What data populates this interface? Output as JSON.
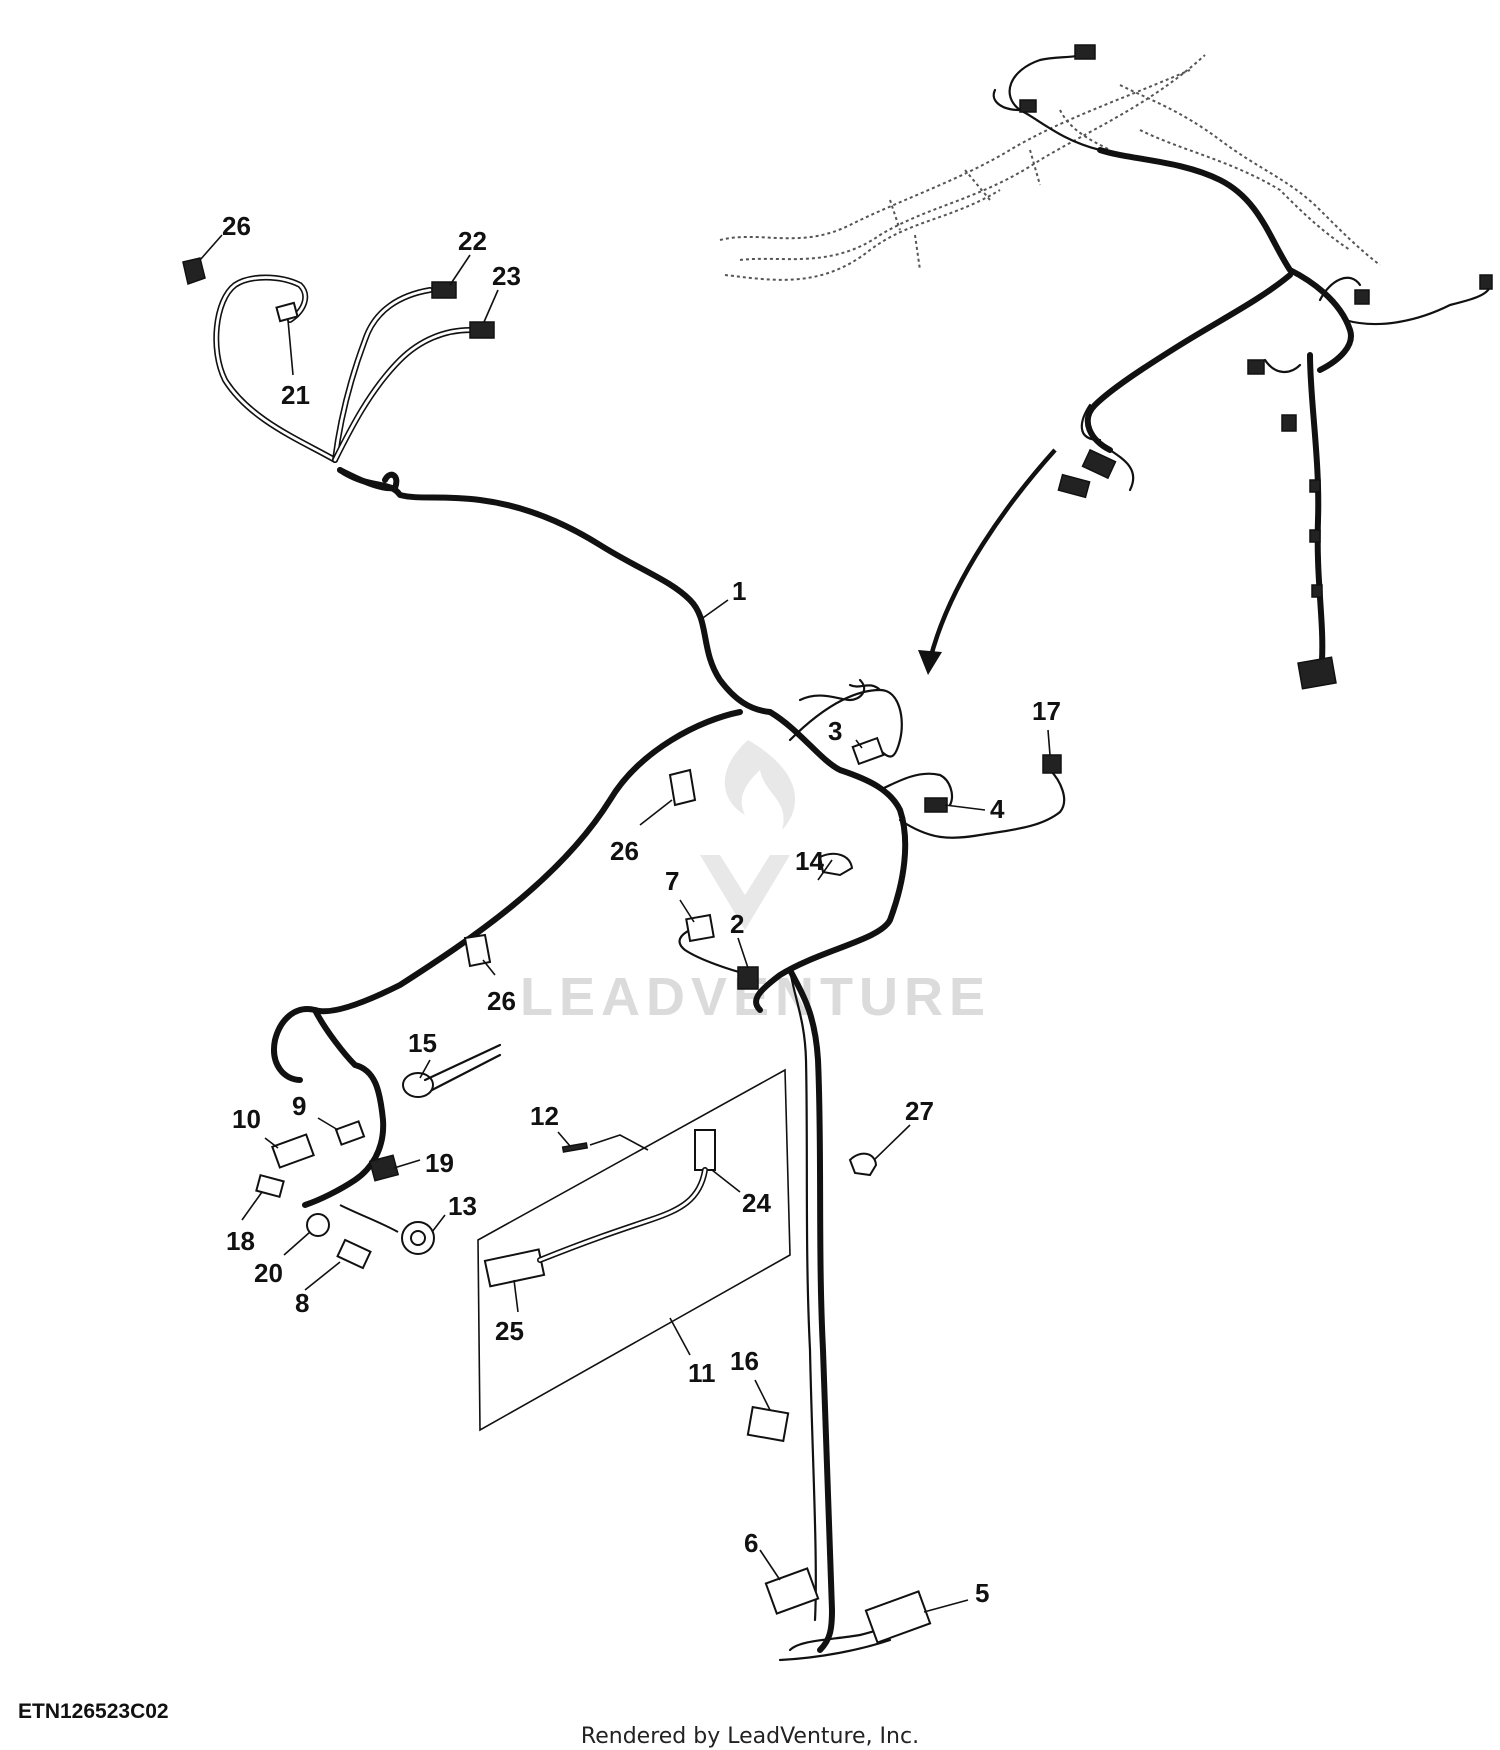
{
  "figure": {
    "code": "ETN126523C02",
    "credit": "Rendered by LeadVenture, Inc.",
    "watermark": "LEADVENTURE"
  },
  "callouts": [
    "1",
    "2",
    "3",
    "4",
    "5",
    "6",
    "7",
    "8",
    "9",
    "10",
    "11",
    "12",
    "13",
    "14",
    "15",
    "16",
    "17",
    "18",
    "19",
    "20",
    "21",
    "22",
    "23",
    "24",
    "25",
    "26",
    "27"
  ],
  "colors": {
    "ink": "#111111",
    "watermark": "#d8d8d8",
    "background": "#ffffff"
  }
}
